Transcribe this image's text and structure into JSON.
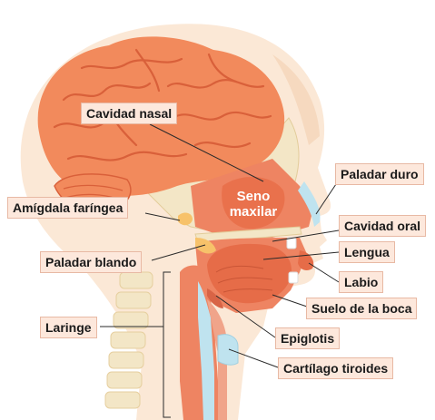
{
  "labels": {
    "cavidad_nasal": "Cavidad nasal",
    "paladar_duro": "Paladar duro",
    "amigdala_faringea": "Amígdala faríngea",
    "cavidad_oral": "Cavidad oral",
    "lengua": "Lengua",
    "paladar_blando": "Paladar blando",
    "labio": "Labio",
    "suelo_de_la_boca": "Suelo de la boca",
    "laringe": "Laringe",
    "epiglotis": "Epiglotis",
    "cartilago_tiroides": "Cartílago tiroides",
    "seno_line1": "Seno",
    "seno_line2": "maxilar"
  },
  "colors": {
    "skin": "#fbe8d6",
    "brain": "#f28a5c",
    "brain_dark": "#d9603a",
    "bone": "#f3e6c6",
    "tissue": "#ee8462",
    "tissue_dark": "#d86446",
    "airway": "#bfe3ef",
    "label_bg": "#fde8dc",
    "leader": "#2a2a2a"
  }
}
